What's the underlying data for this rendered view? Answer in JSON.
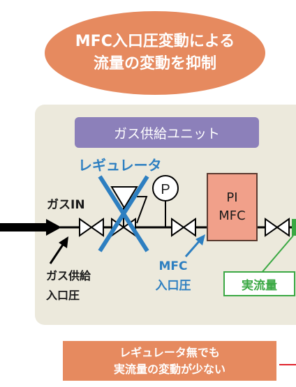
{
  "header": {
    "line1": "MFC入口圧変動による",
    "line2": "流量の変動を抑制"
  },
  "unit": {
    "title": "ガス供給ユニット",
    "regulator_label": "レギュレータ",
    "gas_in_label": "ガスIN",
    "gauge_label": "P",
    "mfc_line1": "PI",
    "mfc_line2": "MFC",
    "gas_supply_line1": "ガス供給",
    "gas_supply_line2": "入口圧",
    "mfc_inlet_line1": "MFC",
    "mfc_inlet_line2": "入口圧",
    "actual_flow_label": "実流量"
  },
  "footer": {
    "line1": "レギュレータ無でも",
    "line2": "実流量の変動が少ない"
  },
  "colors": {
    "accent_orange": "#e68a5f",
    "panel_bg": "#ece9dc",
    "title_purple": "#8c80ba",
    "blue": "#2d7fc1",
    "green": "#3aa843",
    "mfc_fill": "#f1a08a",
    "red_line": "#e0202a"
  }
}
